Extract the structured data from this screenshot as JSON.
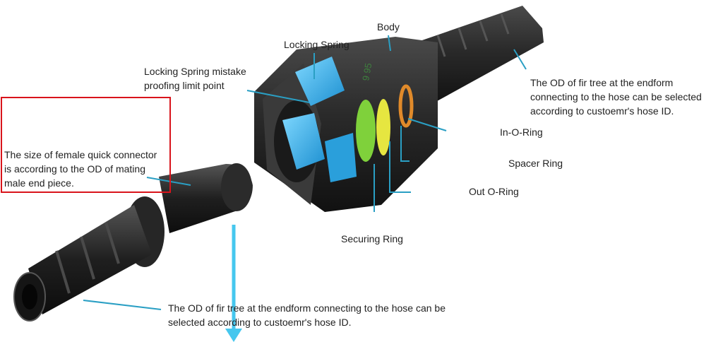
{
  "labels": {
    "body": "Body",
    "locking_spring": "Locking Spring",
    "mistake_point_line1": "Locking Spring  mistake",
    "mistake_point_line2": "proofing limit point",
    "fir_tree_top_line1": "The OD of fir tree at the endform",
    "fir_tree_top_line2": "connecting to the hose can be selected",
    "fir_tree_top_line3": "according to custoemr's hose ID.",
    "in_o_ring": "In-O-Ring",
    "spacer_ring": "Spacer Ring",
    "out_o_ring": "Out O-Ring",
    "securing_ring": "Securing Ring",
    "size_note_line1": "The size of female quick connector",
    "size_note_line2": "is according to the OD of mating",
    "size_note_line3": "male end piece.",
    "fir_tree_bottom_line1": "The OD of fir tree at the endform connecting to the hose can be",
    "fir_tree_bottom_line2": "selected according to custoemr's hose ID."
  },
  "colors": {
    "leader_line": "#2a9fc4",
    "arrow": "#46c7ee",
    "note_border": "#d9141b",
    "body_plastic": "#2a2a2a",
    "locking_spring": "#3db4ea",
    "securing_ring": "#7fd13b",
    "spacer_ring": "#e6e640",
    "o_ring": "#e08a2a"
  }
}
